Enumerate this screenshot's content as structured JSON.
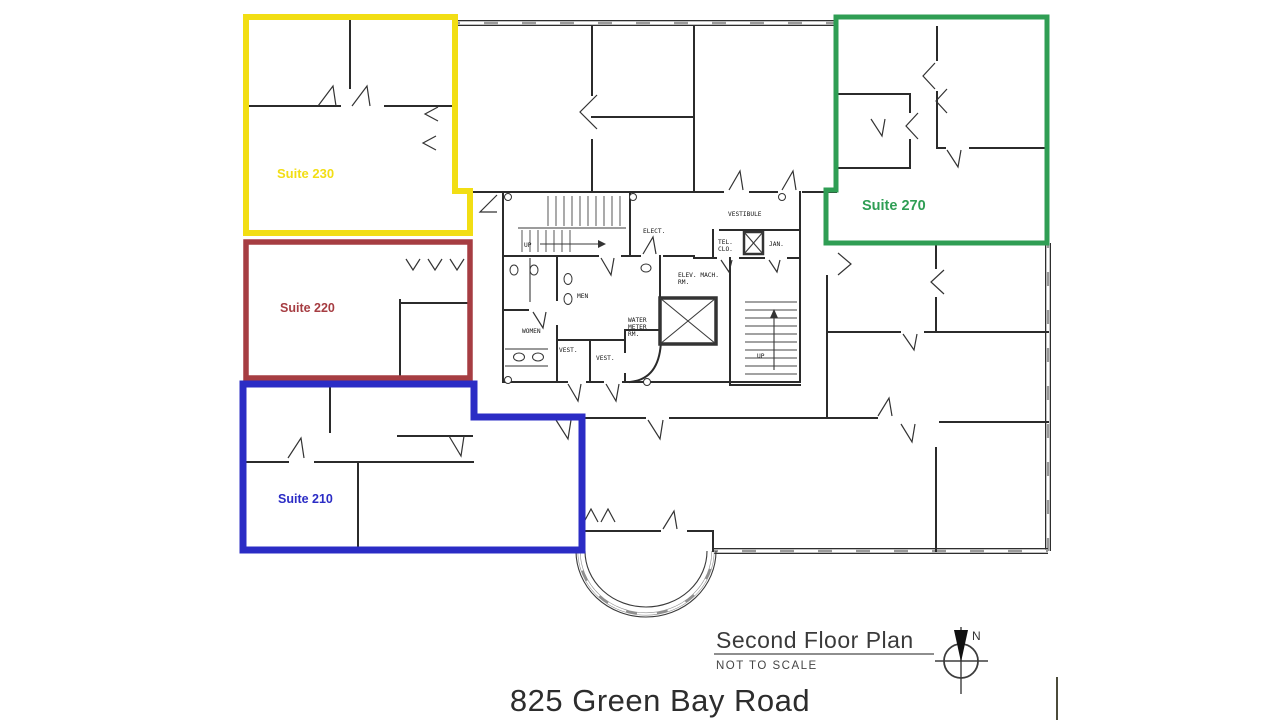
{
  "building_title": "825 Green Bay Road",
  "plan": {
    "name": "Second Floor Plan",
    "scale_note": "NOT TO SCALE",
    "north": "N"
  },
  "suites": {
    "s230": {
      "label": "Suite 230",
      "color": "#f2de14"
    },
    "s220": {
      "label": "Suite 220",
      "color": "#a63d42"
    },
    "s210": {
      "label": "Suite 210",
      "color": "#2b2cc5"
    },
    "s270": {
      "label": "Suite 270",
      "color": "#2f9e54"
    }
  },
  "rooms": {
    "stair_up_nw": "UP",
    "stair_up_se": "UP",
    "elect": "ELECT.",
    "vestibule": "VESTIBULE",
    "tel_clo": [
      "TEL.",
      "CLO."
    ],
    "jan": "JAN.",
    "elev_mach": [
      "ELEV. MACH.",
      "RM."
    ],
    "men": "MEN",
    "women": "WOMEN",
    "water_meter": [
      "WATER",
      "METER",
      "RM."
    ],
    "vest_a": "VEST.",
    "vest_b": "VEST."
  },
  "colors": {
    "wall": "#2b2b2b",
    "window_band": "#9a9a9a",
    "text_dark": "#2d2d2d"
  }
}
